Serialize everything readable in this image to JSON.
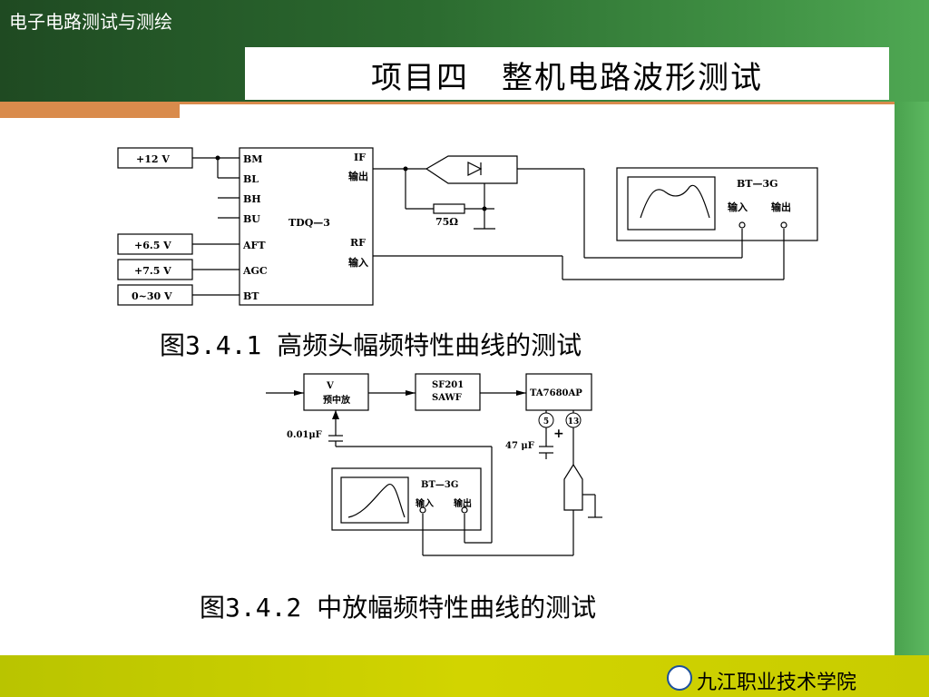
{
  "header": {
    "course_title": "电子电路测试与测绘",
    "page_title": "项目四　整机电路波形测试"
  },
  "figure1": {
    "caption": "图3.4.1 高频头幅频特性曲线的测试",
    "supplies": [
      "+12 V",
      "+6.5 V",
      "+7.5 V",
      "0~30 V"
    ],
    "tuner": {
      "name": "TDQ—3",
      "pins_left": [
        "BM",
        "BL",
        "BH",
        "BU",
        "AFT",
        "AGC",
        "BT"
      ],
      "if_pin": "IF",
      "if_out": "输出",
      "rf_pin": "RF",
      "rf_in": "输入"
    },
    "resistor": "75Ω",
    "sweeper": {
      "name": "BT—3G",
      "in_label": "输入",
      "out_label": "输出"
    }
  },
  "figure2": {
    "caption": "图3.4.2 中放幅频特性曲线的测试",
    "preamp": {
      "label_v": "V",
      "label_sub": "预中放"
    },
    "filter": {
      "line1": "SF201",
      "line2": "SAWF"
    },
    "ic": {
      "name": "TA7680AP",
      "pin5": "5",
      "pin13": "13"
    },
    "cap1": "0.01μF",
    "cap2": "47 μF",
    "plus": "+",
    "sweeper": {
      "name": "BT—3G",
      "in_label": "输入",
      "out_label": "输出"
    }
  },
  "footer": {
    "school_name": "九江职业技术学院"
  },
  "colors": {
    "band_dark": "#1f4a22",
    "band_light": "#4fa853",
    "accent": "#d98b4c",
    "footer": "#c8cc00"
  }
}
